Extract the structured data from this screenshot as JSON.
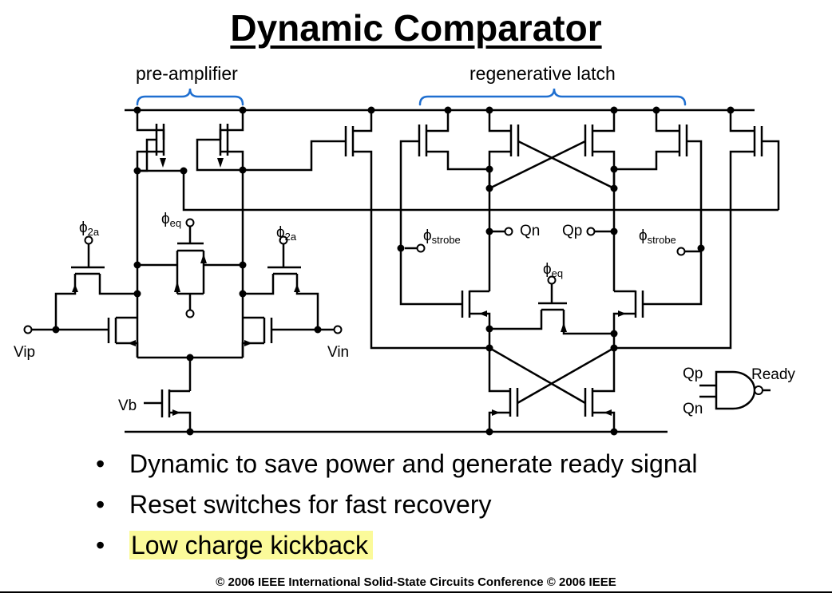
{
  "slide": {
    "title": "Dynamic Comparator",
    "bullets": [
      {
        "text": "Dynamic to save power and generate ready signal",
        "highlighted": false
      },
      {
        "text": "Reset switches for fast recovery",
        "highlighted": false
      },
      {
        "text": "Low charge kickback",
        "highlighted": true
      }
    ],
    "bullet_symbol": "•",
    "highlight_color": "#fbfa9a",
    "footer": "© 2006  IEEE International Solid-State Circuits Conference   © 2006 IEEE"
  },
  "diagram": {
    "section_labels": {
      "preamp": "pre-amplifier",
      "latch": "regenerative latch"
    },
    "brace_color": "#1f6fd0",
    "signals": {
      "vip": "Vip",
      "vin": "Vin",
      "vb": "Vb",
      "qn": "Qn",
      "qp": "Qp",
      "gate_qp": "Qp",
      "gate_qn": "Qn",
      "ready": "Ready"
    },
    "phases": {
      "phi": "ϕ",
      "sub_2a": "2a",
      "sub_eq": "eq",
      "sub_strobe": "strobe"
    }
  }
}
